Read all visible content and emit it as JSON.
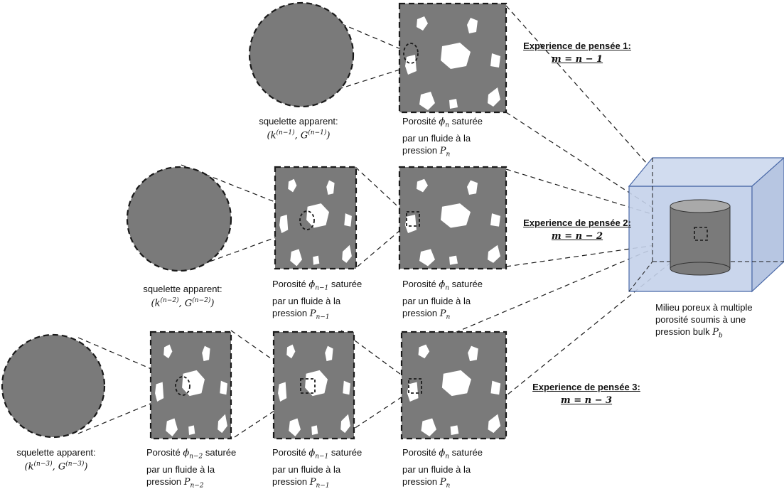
{
  "colors": {
    "matrix": "#7a7a7a",
    "pore": "#ffffff",
    "stroke": "#1a1a1a",
    "box_face": "#c9d6ea",
    "box_edge": "#4b6aa8"
  },
  "experiments": [
    {
      "title": "Experience de pensée 1:",
      "equation": "m = n − 1"
    },
    {
      "title": "Experience de pensée 2:",
      "equation": "m = n − 2"
    },
    {
      "title": "Experience de pensée 3:",
      "equation": "m = n − 3"
    }
  ],
  "skeletons": [
    {
      "line1": "squelette apparent:",
      "k": "k",
      "g": "G",
      "sup": "(n−1)"
    },
    {
      "line1": "squelette apparent:",
      "k": "k",
      "g": "G",
      "sup": "(n−2)"
    },
    {
      "line1": "squelette apparent:",
      "k": "k",
      "g": "G",
      "sup": "(n−3)"
    }
  ],
  "porosity_text": {
    "porosity_word": "Porosité",
    "phi": "ϕ",
    "saturated": "saturée",
    "line2": "par un fluide à la",
    "pressure_word": "pression",
    "p": "P"
  },
  "porosity_labels": [
    {
      "sub_phi": "n",
      "sub_p": "n"
    },
    {
      "sub_phi": "n−1",
      "sub_p": "n−1"
    },
    {
      "sub_phi": "n",
      "sub_p": "n"
    },
    {
      "sub_phi": "n−2",
      "sub_p": "n−2"
    },
    {
      "sub_phi": "n−1",
      "sub_p": "n−1"
    },
    {
      "sub_phi": "n",
      "sub_p": "n"
    }
  ],
  "medium_caption": {
    "line1": "Milieu poreux à multiple",
    "line2": "porosité soumis à une",
    "line3": "pression bulk",
    "p": "P",
    "sub": "b"
  }
}
